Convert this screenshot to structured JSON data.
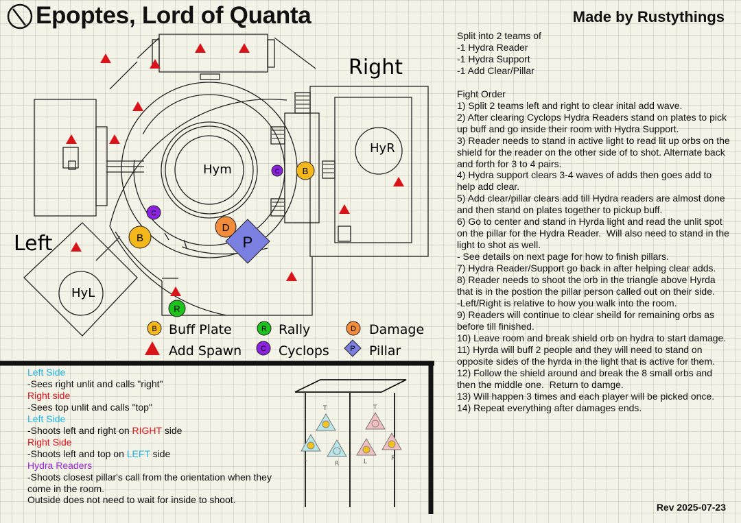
{
  "title": "Epoptes, Lord of Quanta",
  "credit": "Made by Rustythings",
  "revision": "Rev 2025-07-23",
  "map": {
    "label_right": "Right",
    "label_left": "Left",
    "hydra_middle": "Hym",
    "hydra_right": "HyR",
    "hydra_left": "HyL",
    "marker_buff": "B",
    "marker_rally": "R",
    "marker_damage": "D",
    "marker_cyclops": "C",
    "marker_pillar": "P"
  },
  "legend": [
    {
      "symbol": "B",
      "label": "Buff Plate",
      "color": "#f4b81c"
    },
    {
      "symbol": "R",
      "label": "Rally",
      "color": "#1dc21d"
    },
    {
      "symbol": "D",
      "label": "Damage",
      "color": "#f28c3a"
    },
    {
      "symbol": "",
      "label": "Add Spawn",
      "color": "#d8141b"
    },
    {
      "symbol": "C",
      "label": "Cyclops",
      "color": "#8b22e0"
    },
    {
      "symbol": "P",
      "label": "Pillar",
      "color": "#7b7fe0"
    }
  ],
  "colors": {
    "left_side": "#1ab4e6",
    "right_side": "#d8141b",
    "hydra_readers": "#9b27d9",
    "triangle_blue": "#b8e6e9",
    "triangle_red": "#f2c0c0",
    "orb": "#f4c21c"
  },
  "notes": [
    "Split into 2 teams of",
    "-1 Hydra Reader",
    "-1 Hydra Support",
    "-1 Add Clear/Pillar",
    "",
    "Fight Order",
    "1) Split 2 teams left and right to clear inital add wave.",
    "2) After clearing Cyclops Hydra Readers stand on plates to pick up buff and go inside their room with Hydra Support.",
    "3) Reader needs to stand in active light to read lit up orbs on the shield for the reader on the other side of to shot. Alternate back and forth for 3 to 4 pairs.",
    "4) Hydra support clears 3-4 waves of adds then goes add to help add clear.",
    "5) Add clear/pillar clears add till Hydra readers are almost done and then stand on plates together to pickup buff.",
    "6) Go to center and stand in Hyrda light and read the unlit spot on the pillar for the Hydra Reader.  Will also need to stand in the light to shot as well.",
    "- See details on next page for how to finish pillars.",
    "7) Hydra Reader/Support go back in after helping clear adds.",
    "8) Reader needs to shoot the orb in the triangle above Hyrda that is in the postion the pillar person called out on their side.",
    "-Left/Right is relative to how you walk into the room.",
    "9) Readers will continue to clear sheild for remaining orbs as before till finished.",
    "10) Leave room and break shield orb on hydra to start damage.",
    "11) Hyrda will buff 2 people and they will need to stand on opposite sides of the hyrda in the light that is active for them.",
    "12) Follow the shield around and break the 8 small orbs and then the middle one.  Return to damge.",
    "13) Will happen 3 times and each player will be picked once.",
    "14) Repeat everything after damages ends."
  ],
  "sides": [
    {
      "text": "Left Side",
      "color": "#1ab4e6"
    },
    {
      "text": "-Sees right unlit and calls \"right\"",
      "color": ""
    },
    {
      "text": "Right side",
      "color": "#d8141b"
    },
    {
      "text": "-Sees top unlit and calls \"top\"",
      "color": ""
    },
    {
      "text": "Left Side",
      "color": "#1ab4e6"
    },
    {
      "text": "-Shoots left and right on RIGHT side",
      "color": ""
    },
    {
      "text": "Right Side",
      "color": "#d8141b"
    },
    {
      "text": "-Shoots left and top on LEFT side",
      "color": ""
    },
    {
      "text": "Hydra Readers",
      "color": "#9b27d9"
    },
    {
      "text": "-Shoots closest pillar's call from the orientation when they come in the room.",
      "color": ""
    },
    {
      "text": "Outside does not need to wait for inside to shoot.",
      "color": ""
    }
  ],
  "pillar_diagram": {
    "label_top": "T",
    "label_left": "L",
    "label_right": "R"
  }
}
